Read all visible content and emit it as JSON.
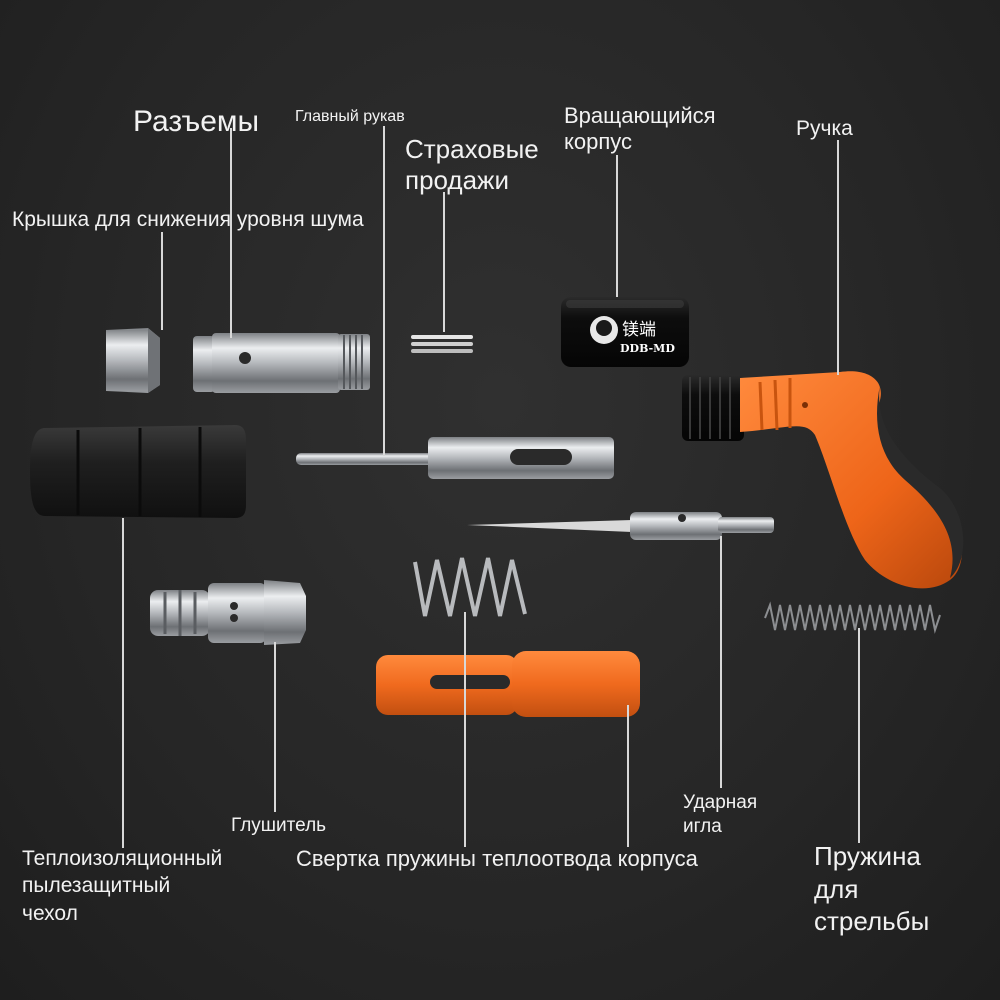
{
  "labels": {
    "connectors": "Разъемы",
    "main_sleeve": "Главный рукав",
    "insurance_sales": "Страховые\nпродажи",
    "rotating_body": "Вращающийся\nкорпус",
    "handle": "Ручка",
    "noise_cap": "Крышка для снижения уровня шума",
    "silencer": "Глушитель",
    "striker_pin": "Ударная\nигла",
    "heat_cover": "Теплоизоляционный\nпылезащитный\nчехол",
    "spring_wrap": "Свертка пружины теплоотвода корпуса",
    "firing_spring": "Пружина\nдля\nстрельбы"
  },
  "brand": {
    "logo_text": "镁端",
    "model_text": "DDB-MD"
  },
  "colors": {
    "background": "#262626",
    "orange": "#f06a1e",
    "metal": "#c9cbcd",
    "rubber": "#1d1d1d",
    "label": "#f2f2f2"
  }
}
